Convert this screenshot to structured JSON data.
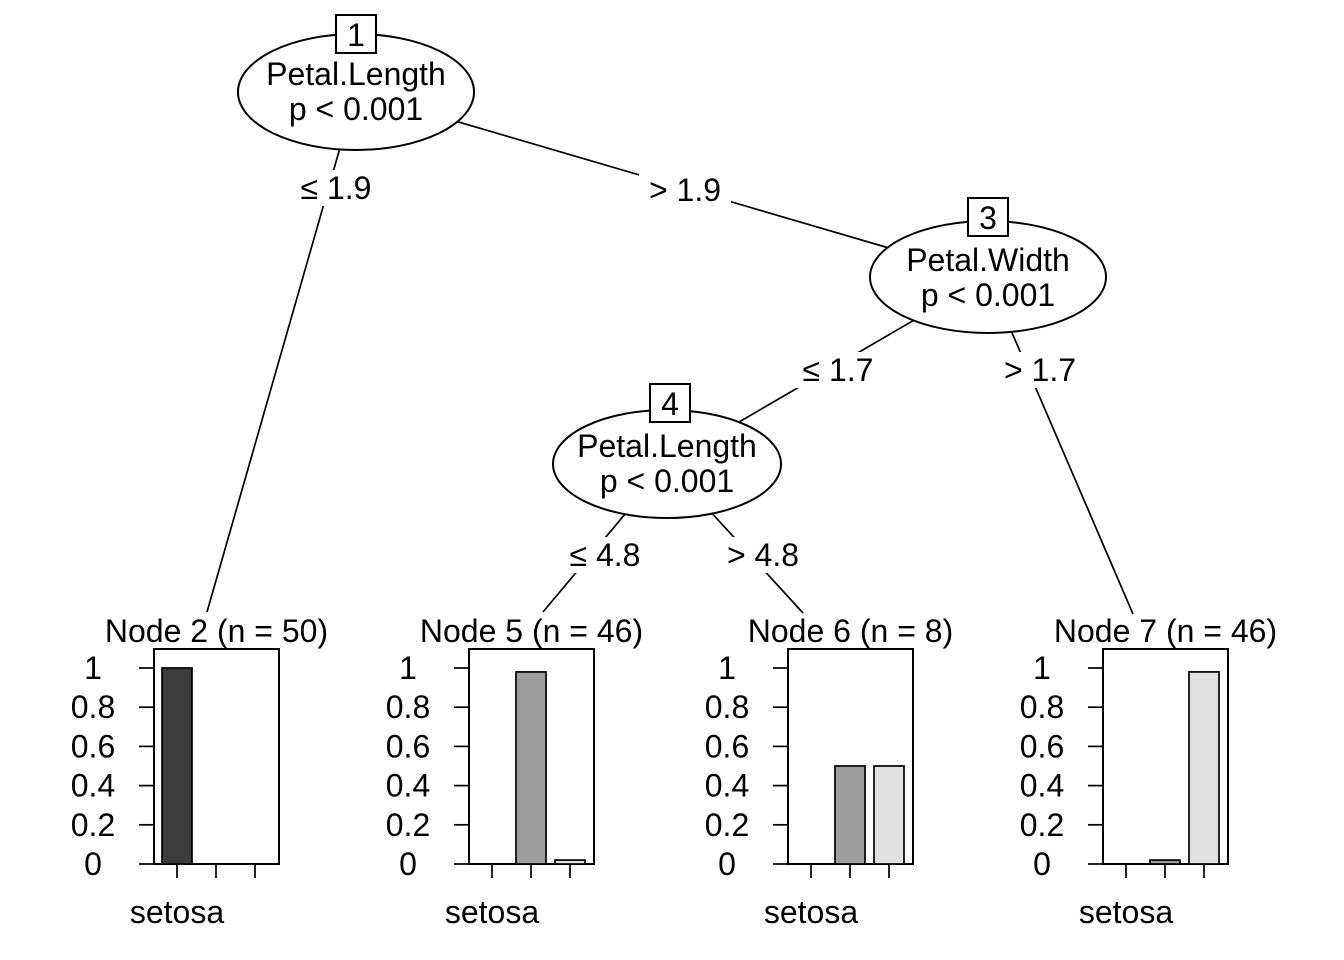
{
  "figure": {
    "kind": "conditional-inference-tree-plot",
    "background": "#ffffff",
    "text_color": "#000000"
  },
  "tree": {
    "nodes": [
      {
        "id": "1",
        "variable": "Petal.Length",
        "stat": "p < 0.001"
      },
      {
        "id": "3",
        "variable": "Petal.Width",
        "stat": "p < 0.001"
      },
      {
        "id": "4",
        "variable": "Petal.Length",
        "stat": "p < 0.001"
      }
    ],
    "edges": [
      {
        "parent": "1",
        "label": "≤ 1.9"
      },
      {
        "parent": "1",
        "label": "> 1.9"
      },
      {
        "parent": "3",
        "label": "≤ 1.7"
      },
      {
        "parent": "3",
        "label": "> 1.7"
      },
      {
        "parent": "4",
        "label": "≤ 4.8"
      },
      {
        "parent": "4",
        "label": "> 4.8"
      }
    ]
  },
  "palette": {
    "bar_fills": [
      "#3C3C3C",
      "#9E9E9E",
      "#E1E1E1"
    ],
    "bar_stroke": "#000000"
  },
  "chart_data": [
    {
      "type": "bar",
      "title": "Node 2 (n = 50)",
      "n": 50,
      "values": [
        1,
        0,
        0
      ],
      "x_tick_label": "setosa",
      "y_ticks": [
        0,
        0.2,
        0.4,
        0.6,
        0.8,
        1
      ],
      "ylim": [
        0,
        1
      ],
      "bars": 3,
      "grid": false
    },
    {
      "type": "bar",
      "title": "Node 5 (n = 46)",
      "n": 46,
      "values": [
        0,
        0.98,
        0.02
      ],
      "x_tick_label": "setosa",
      "y_ticks": [
        0,
        0.2,
        0.4,
        0.6,
        0.8,
        1
      ],
      "ylim": [
        0,
        1
      ],
      "bars": 3,
      "grid": false
    },
    {
      "type": "bar",
      "title": "Node 6 (n = 8)",
      "n": 8,
      "values": [
        0,
        0.5,
        0.5
      ],
      "x_tick_label": "setosa",
      "y_ticks": [
        0,
        0.2,
        0.4,
        0.6,
        0.8,
        1
      ],
      "ylim": [
        0,
        1
      ],
      "bars": 3,
      "grid": false
    },
    {
      "type": "bar",
      "title": "Node 7 (n = 46)",
      "n": 46,
      "values": [
        0,
        0.02,
        0.98
      ],
      "x_tick_label": "setosa",
      "y_ticks": [
        0,
        0.2,
        0.4,
        0.6,
        0.8,
        1
      ],
      "ylim": [
        0,
        1
      ],
      "bars": 3,
      "grid": false
    }
  ]
}
